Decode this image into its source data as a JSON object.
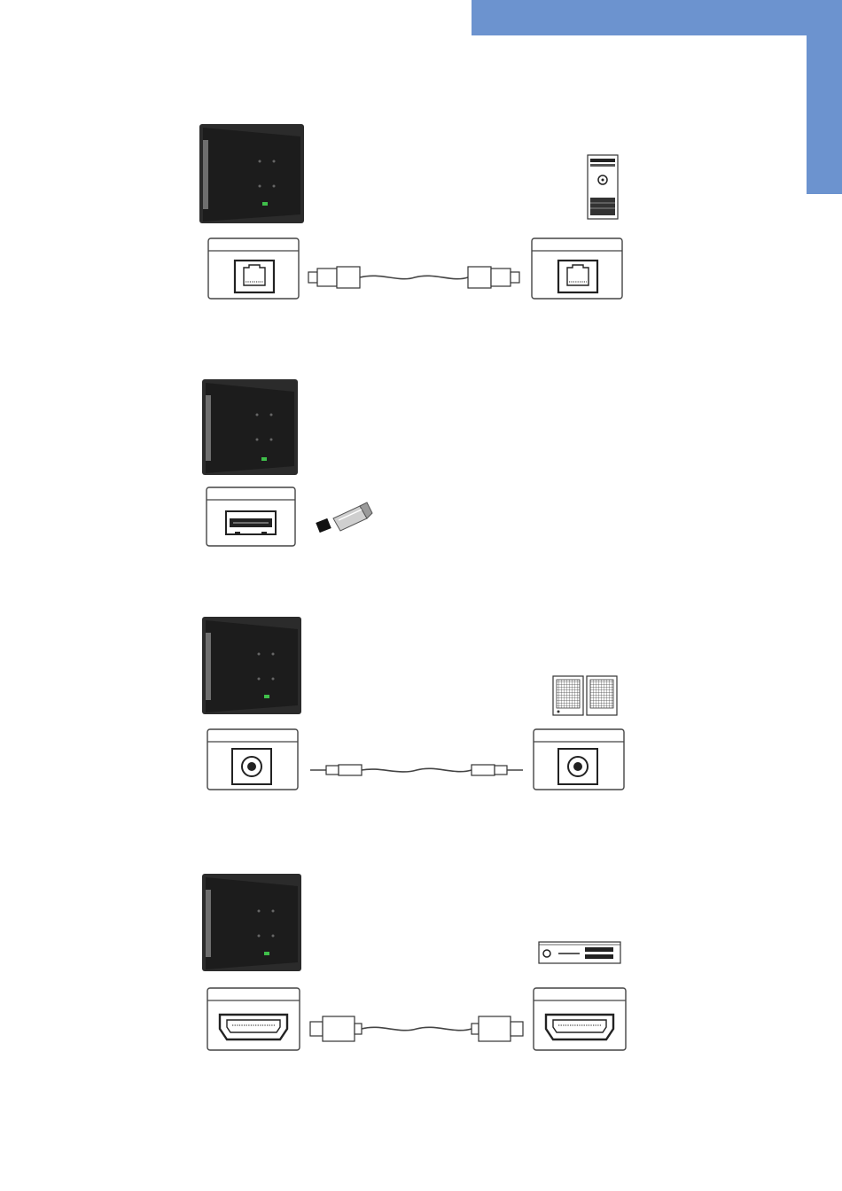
{
  "colors": {
    "accent": "#6c93cf",
    "monitor_body": "#2b2b2b",
    "monitor_frame": "#1c1c1c",
    "led": "#3fbf4a",
    "line": "#3a3a3a"
  },
  "sections": [
    {
      "id": "lan",
      "connector": "rj45-port-icon",
      "device": "pc-tower-icon",
      "cable": "lan-cable-icon"
    },
    {
      "id": "usb",
      "connector": "usb-port-icon",
      "device": "usb-flash-drive-icon",
      "cable": ""
    },
    {
      "id": "audio",
      "connector": "audio-jack-port-icon",
      "device": "speakers-icon",
      "cable": "audio-cable-icon"
    },
    {
      "id": "hdmi",
      "connector": "hdmi-port-icon",
      "device": "media-player-icon",
      "cable": "hdmi-cable-icon"
    }
  ]
}
